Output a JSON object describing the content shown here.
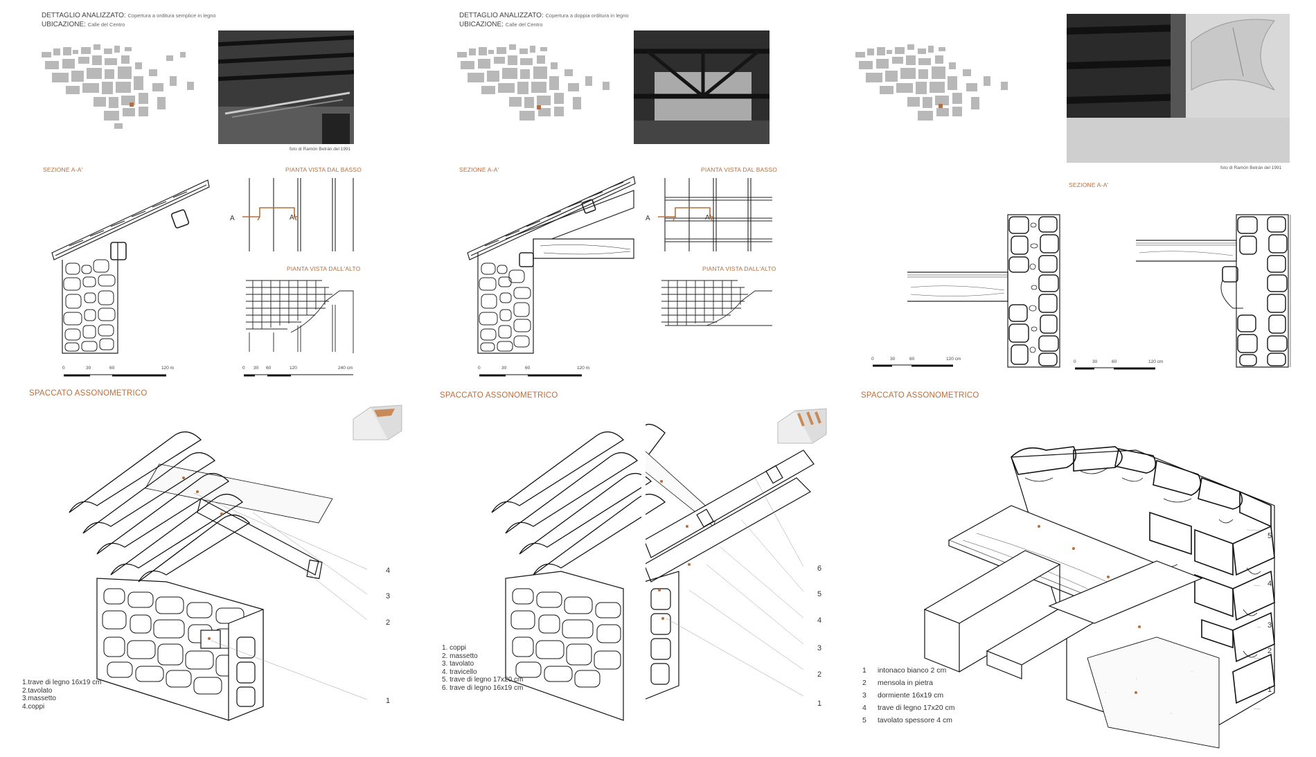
{
  "panels": [
    {
      "detail_label": "DETTAGLIO ANALIZZATO:",
      "detail_value": "Copertura a orditura semplice in legno",
      "location_label": "UBICAZIONE:",
      "location_value": "Calle del Centro",
      "photo_credit": "foto di Ramón Betrán del 1991",
      "section_title": "SEZIONE  A-A'",
      "plan_below_title": "PIANTA VISTA DAL BASSO",
      "plan_above_title": "PIANTA VISTA DALL'ALTO",
      "section_marker_a": "A",
      "section_marker_b": "A'",
      "scale1": [
        "0",
        "30",
        "60",
        "120 m"
      ],
      "scale2": [
        "0",
        "30",
        "60",
        "120",
        "240 cm"
      ],
      "axo_title": "SPACCATO ASSONOMETRICO",
      "legend": [
        "1.trave di legno 16x19 cm",
        "2.tavolato",
        "3.massetto",
        "4.coppi"
      ],
      "callouts": [
        "4",
        "3",
        "2",
        "1"
      ]
    },
    {
      "detail_label": "DETTAGLIO ANALIZZATO:",
      "detail_value": "Copertura a doppia orditura in legno",
      "location_label": "UBICAZIONE:",
      "location_value": "Calle del Centro",
      "section_title": "SEZIONE  A-A'",
      "plan_below_title": "PIANTA VISTA DAL BASSO",
      "plan_above_title": "PIANTA VISTA DALL'ALTO",
      "section_marker_a": "A",
      "section_marker_b": "A'",
      "scale1": [
        "0",
        "30",
        "60",
        "120 m"
      ],
      "axo_title": "SPACCATO ASSONOMETRICO",
      "legend": [
        "1. coppi",
        "2. massetto",
        "3. tavolato",
        "4. travicello",
        "5. trave di legno 17x20 cm",
        "6. trave di legno 16x19 cm"
      ],
      "callouts": [
        "6",
        "5",
        "4",
        "3",
        "2",
        "1"
      ]
    },
    {
      "photo_credit": "foto di Ramón Betrán del 1991",
      "section_title": "SEZIONE  A-A'",
      "scale_left": [
        "0",
        "30",
        "60",
        "120 cm"
      ],
      "scale_right": [
        "0",
        "30",
        "60",
        "120 cm"
      ],
      "axo_title": "SPACCATO ASSONOMETRICO",
      "legend": [
        {
          "n": "1",
          "t": "intonaco bianco 2 cm"
        },
        {
          "n": "2",
          "t": "mensola in pietra"
        },
        {
          "n": "3",
          "t": "dormiente 16x19 cm"
        },
        {
          "n": "4",
          "t": "trave di legno 17x20 cm"
        },
        {
          "n": "5",
          "t": "tavolato spessore 4 cm"
        }
      ],
      "callouts": [
        "5",
        "4",
        "3",
        "2",
        "1"
      ]
    }
  ],
  "colors": {
    "accent": "#b86e3c",
    "line": "#222222",
    "photo": "#2a2a2a"
  }
}
